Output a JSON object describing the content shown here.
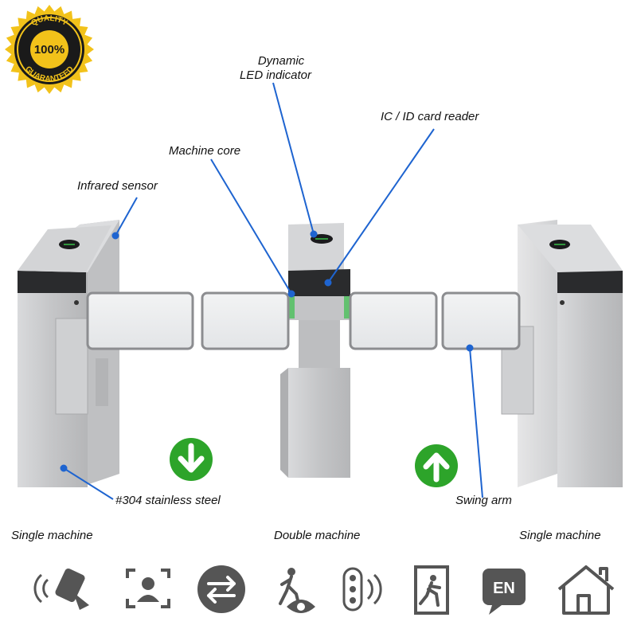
{
  "badge": {
    "top_text": "QUALITY",
    "center_text": "100%",
    "bottom_text": "GUARANTEED",
    "gold": "#F2C21A",
    "dark": "#1A1A1A"
  },
  "callouts": {
    "dynamic_led": [
      "Dynamic",
      "LED indicator"
    ],
    "card_reader": "IC / ID card reader",
    "machine_core": "Machine core",
    "infrared_sensor": "Infrared sensor",
    "stainless_steel": "#304 stainless steel",
    "swing_arm": "Swing arm"
  },
  "machines": {
    "left": "Single machine",
    "center": "Double machine",
    "right": "Single machine"
  },
  "direction_markers": [
    {
      "icon": "arrow-down-icon",
      "color": "#2DA42A"
    },
    {
      "icon": "arrow-up-icon",
      "color": "#2DA42A"
    }
  ],
  "features": [
    {
      "icon": "card-tap-icon"
    },
    {
      "icon": "face-recognition-icon"
    },
    {
      "icon": "bidirectional-arrows-icon"
    },
    {
      "icon": "walking-person-eye-icon"
    },
    {
      "icon": "traffic-light-signal-icon"
    },
    {
      "icon": "emergency-exit-icon"
    },
    {
      "icon": "language-en-icon",
      "text": "EN"
    },
    {
      "icon": "home-icon"
    }
  ],
  "colors": {
    "leader_line": "#1E64D0",
    "steel": "#C9CACC",
    "arrow_green": "#2DA42A",
    "icon_gray": "#555555"
  }
}
